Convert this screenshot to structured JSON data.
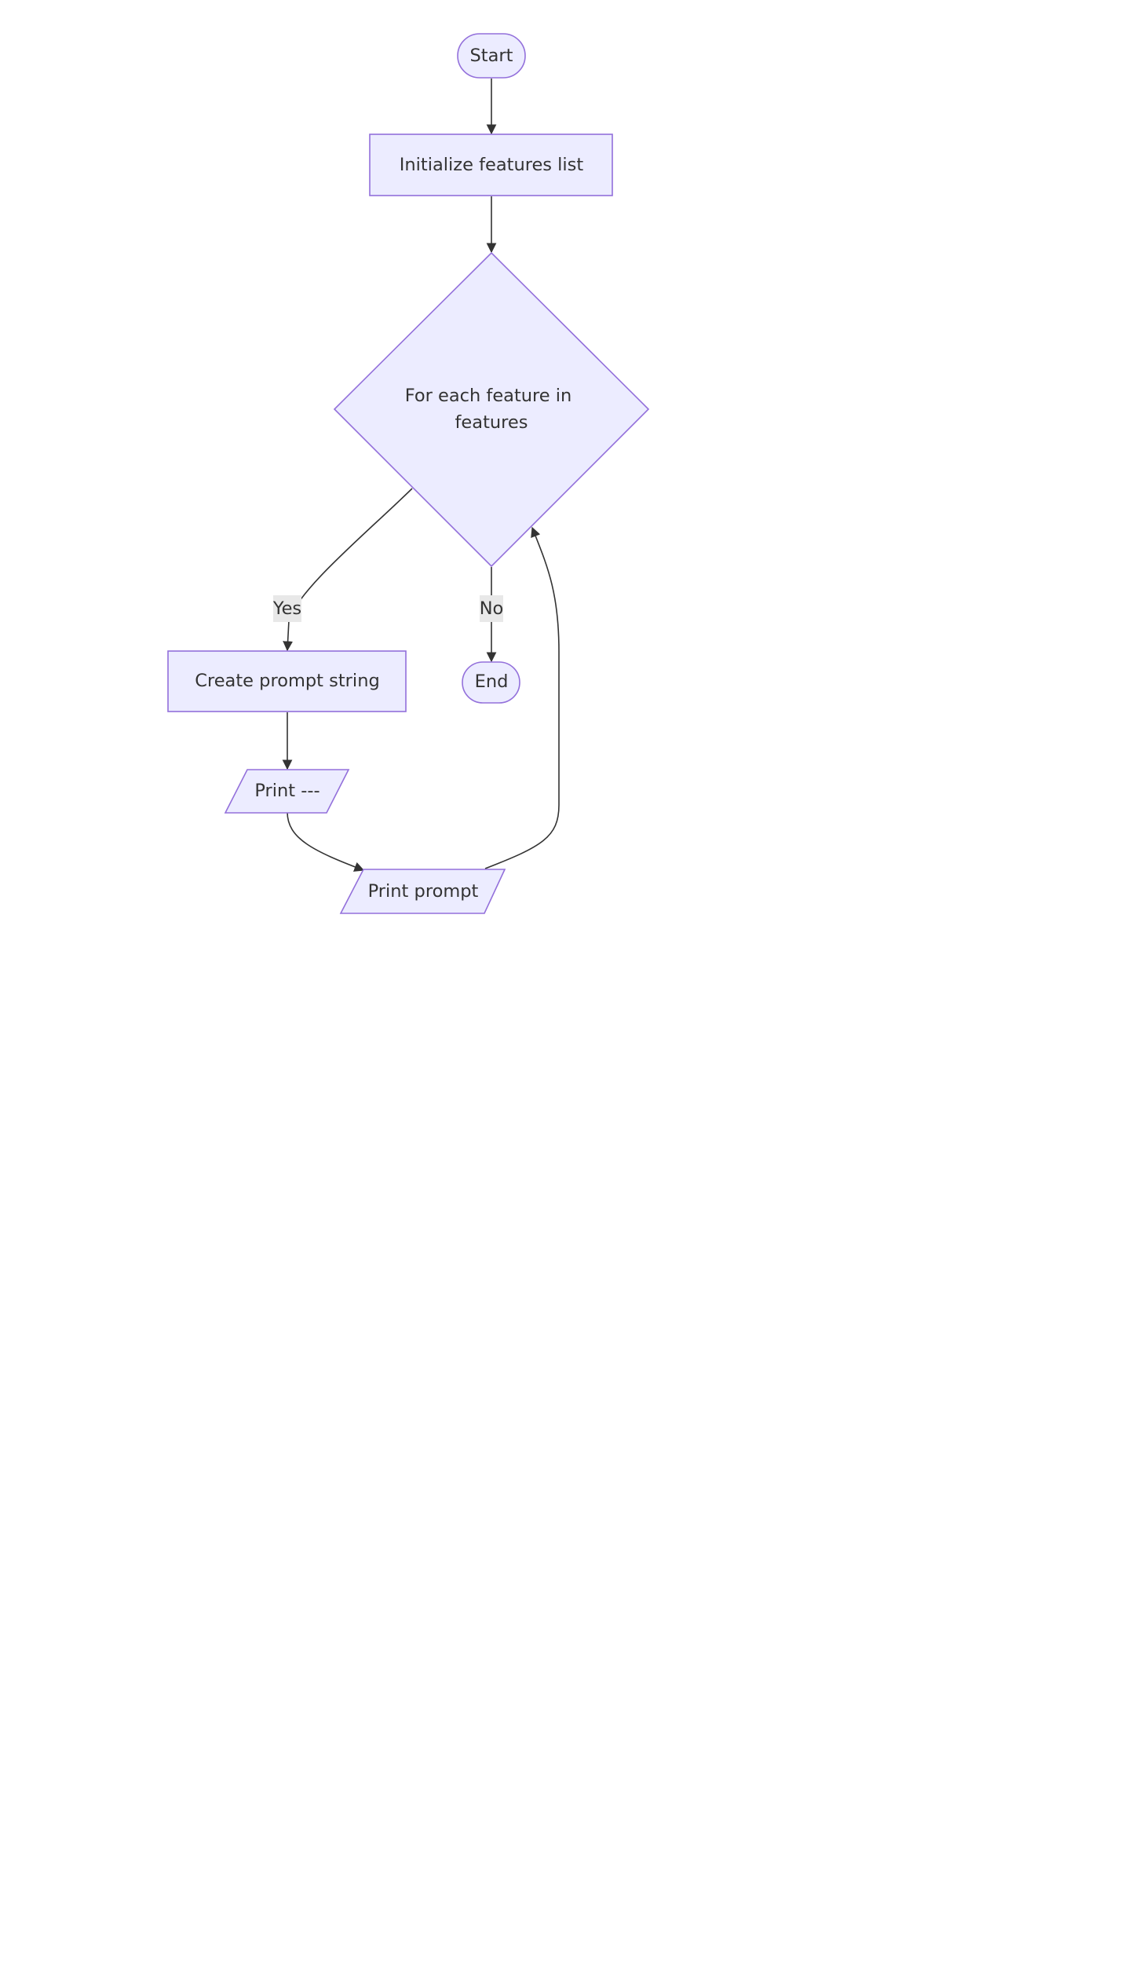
{
  "diagram": {
    "type": "flowchart",
    "colors": {
      "node_fill": "#ECECFF",
      "node_stroke": "#9370DB",
      "edge": "#333333",
      "label_bg": "#e8e8e8",
      "text": "#333333"
    },
    "nodes": {
      "start": {
        "label": "Start",
        "shape": "stadium"
      },
      "init": {
        "label": "Initialize features list",
        "shape": "rectangle"
      },
      "loop": {
        "label_line1": "For each feature in",
        "label_line2": "features",
        "shape": "diamond"
      },
      "create": {
        "label": "Create prompt string",
        "shape": "rectangle"
      },
      "print_sep": {
        "label": "Print ---",
        "shape": "parallelogram"
      },
      "print_prompt": {
        "label": "Print prompt",
        "shape": "parallelogram"
      },
      "end": {
        "label": "End",
        "shape": "stadium"
      }
    },
    "edges": {
      "start_init": {
        "from": "start",
        "to": "init",
        "label": ""
      },
      "init_loop": {
        "from": "init",
        "to": "loop",
        "label": ""
      },
      "loop_create": {
        "from": "loop",
        "to": "create",
        "label": "Yes"
      },
      "loop_end": {
        "from": "loop",
        "to": "end",
        "label": "No"
      },
      "create_print_sep": {
        "from": "create",
        "to": "print_sep",
        "label": ""
      },
      "print_sep_print_prompt": {
        "from": "print_sep",
        "to": "print_prompt",
        "label": ""
      },
      "print_prompt_loop": {
        "from": "print_prompt",
        "to": "loop",
        "label": ""
      }
    }
  }
}
